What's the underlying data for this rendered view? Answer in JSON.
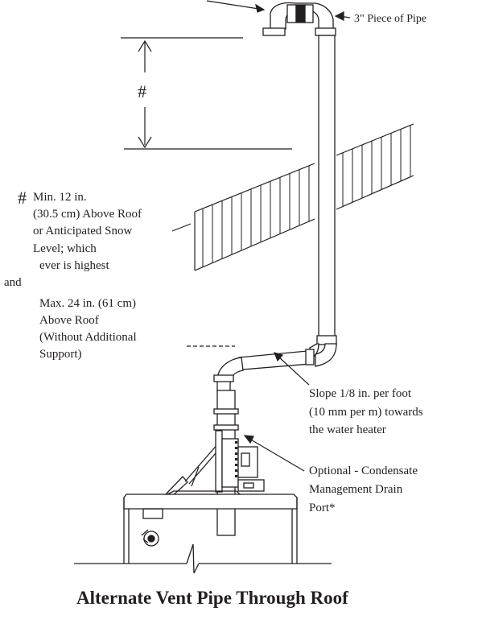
{
  "figure": {
    "title": "Alternate Vent Pipe Through Roof"
  },
  "labels": {
    "pipe_piece": "3\" Piece of Pipe",
    "clearance_marker": "#",
    "note_marker": "#",
    "note_min_lines": [
      "Min. 12 in.",
      "(30.5 cm) Above Roof",
      "or Anticipated Snow",
      "Level; which",
      "ever is highest"
    ],
    "note_and": "and",
    "note_max_lines": [
      "Max. 24 in. (61 cm)",
      "Above Roof",
      "(Without Additional",
      "Support)"
    ],
    "slope_lines": [
      "Slope 1/8 in. per foot",
      "(10 mm per m) towards",
      "the water heater"
    ],
    "drain_lines": [
      "Optional - Condensate",
      "Management Drain",
      "Port*"
    ]
  },
  "colors": {
    "ink": "#231f20",
    "background": "#ffffff"
  }
}
